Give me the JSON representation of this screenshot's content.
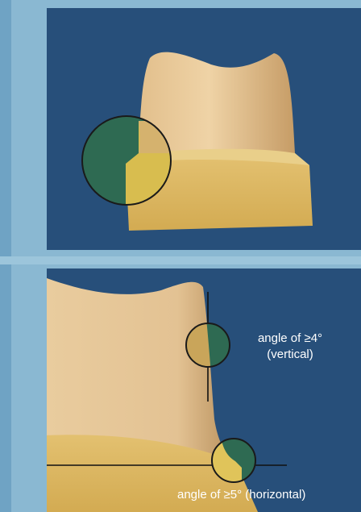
{
  "colors": {
    "frame": "#8ab8d2",
    "frame_stripe": "#6fa3c4",
    "panel": "#274f7a",
    "tooth": "#e9c99a",
    "tooth_shadow": "#c9a46e",
    "base": "#d9b45d",
    "overlap_green": "#2e6a52",
    "overlap_yellow": "#e0c45a"
  },
  "figure": {
    "top_panel": {
      "description_icon": "tooth-preparation-with-highlighted-margin"
    },
    "bottom_panel": {
      "label_vertical_line1": "angle of ≥4°",
      "label_vertical_line2": "(vertical)",
      "label_horizontal": "angle of ≥5° (horizontal)"
    }
  }
}
